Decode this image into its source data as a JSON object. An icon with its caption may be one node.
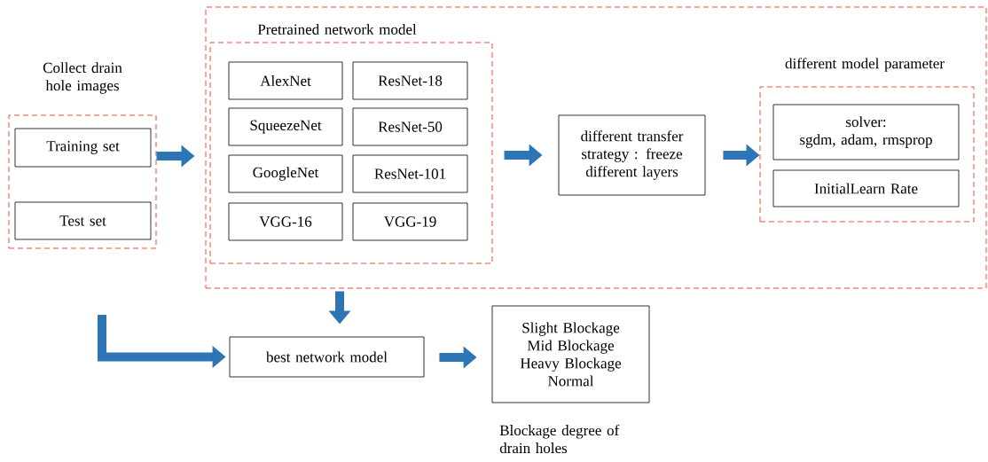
{
  "diagram": {
    "nodes": [
      {
        "text": [
          "Collect drain hole images"
        ]
      },
      {
        "text": [
          "Training set"
        ],
        "in": 0
      },
      {
        "text": [
          "Test set"
        ],
        "in": 0
      },
      {
        "text": [],
        "shape": "box"
      },
      {
        "text": [
          "Pretrained network model"
        ],
        "in": 3
      },
      {
        "text": [
          "AlexNet"
        ],
        "in": 4
      },
      {
        "text": [
          "ResNet-18"
        ],
        "in": 4
      },
      {
        "text": [
          "SqueezeNet"
        ],
        "in": 4
      },
      {
        "text": [
          "ResNet-50"
        ],
        "in": 4
      },
      {
        "text": [
          "GoogleNet"
        ],
        "in": 4
      },
      {
        "text": [
          "ResNet-101"
        ],
        "in": 4
      },
      {
        "text": [
          "VGG-16"
        ],
        "in": 4
      },
      {
        "text": [
          "VGG-19"
        ],
        "in": 4
      },
      {
        "text": [
          "different transfer strategy : freeze different layers"
        ],
        "in": 3
      },
      {
        "text": [
          "different model parameter"
        ],
        "in": 3
      },
      {
        "text": [
          "solver:",
          "sgdm, adam, rmsprop"
        ],
        "in": 14
      },
      {
        "text": [
          "InitialLearn Rate"
        ],
        "in": 14
      },
      {
        "text": [
          "best network model"
        ]
      },
      {
        "text": [
          "Slight Blockage",
          "Mid Blockage",
          "Heavy Blockage",
          "Normal"
        ],
        "beside": [
          "Blockage degree of drain holes"
        ]
      }
    ],
    "edges": [
      {
        "from": 0,
        "to": 4,
        "arrow": "to"
      },
      {
        "from": 4,
        "to": 13,
        "arrow": "to"
      },
      {
        "from": 13,
        "to": 14,
        "arrow": "to"
      },
      {
        "from": 3,
        "to": 17,
        "arrow": "to"
      },
      {
        "from": null,
        "to": 17,
        "arrow": "to"
      },
      {
        "from": 17,
        "to": 18,
        "arrow": "to"
      }
    ]
  }
}
